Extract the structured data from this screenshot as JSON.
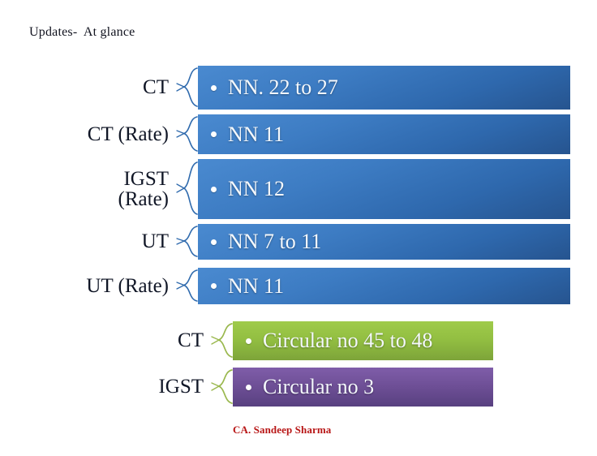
{
  "slide": {
    "title": "Updates-  At glance",
    "footer_credit": "CA. Sandeep Sharma",
    "background_color": "#ffffff"
  },
  "colors": {
    "blue_light": "#4a8ad0",
    "blue_dark": "#26548f",
    "green_light": "#9fcb4a",
    "green_dark": "#7da439",
    "purple_light": "#7f5da9",
    "purple_dark": "#584080",
    "brace_blue": "#2f6aad",
    "brace_green": "#9ab84e",
    "label_text": "#101626",
    "bar_text": "#f4f8fc",
    "footer_text": "#b81616"
  },
  "rows": [
    {
      "label": "CT",
      "bar_text": "NN. 22 to 27",
      "color": "blue",
      "brace": "brace-icon-blue"
    },
    {
      "label": "CT (Rate)",
      "bar_text": "NN 11",
      "color": "blue",
      "brace": "brace-icon-blue"
    },
    {
      "label": "IGST\n(Rate)",
      "bar_text": "NN 12",
      "color": "blue",
      "brace": "brace-icon-blue"
    },
    {
      "label": "UT",
      "bar_text": "NN 7 to 11",
      "color": "blue",
      "brace": "brace-icon-blue"
    },
    {
      "label": "UT (Rate)",
      "bar_text": "NN 11",
      "color": "blue",
      "brace": "brace-icon-blue"
    },
    {
      "label": "CT",
      "bar_text": "Circular no 45 to 48",
      "color": "green",
      "brace": "brace-icon-green"
    },
    {
      "label": "IGST",
      "bar_text": "Circular no 3",
      "color": "purple",
      "brace": "brace-icon-green"
    }
  ]
}
